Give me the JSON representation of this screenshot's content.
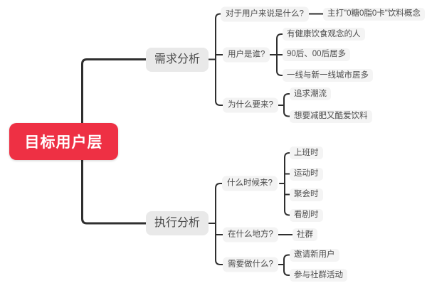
{
  "root": {
    "label": "目标用户层"
  },
  "branches": [
    {
      "label": "需求分析",
      "children": [
        {
          "label": "对于用户来说是什么?",
          "children": [
            {
              "label": "主打\"0糖0脂0卡\"饮料概念"
            }
          ]
        },
        {
          "label": "用户是谁?",
          "children": [
            {
              "label": "有健康饮食观念的人"
            },
            {
              "label": "90后、00后居多"
            },
            {
              "label": "一线与新一线城市居多"
            }
          ]
        },
        {
          "label": "为什么要来?",
          "children": [
            {
              "label": "追求潮流"
            },
            {
              "label": "想要减肥又酷爱饮料"
            }
          ]
        }
      ]
    },
    {
      "label": "执行分析",
      "children": [
        {
          "label": "什么时候来?",
          "children": [
            {
              "label": "上班时"
            },
            {
              "label": "运动时"
            },
            {
              "label": "聚会时"
            },
            {
              "label": "看剧时"
            }
          ]
        },
        {
          "label": "在什么地方?",
          "children": [
            {
              "label": "社群"
            }
          ]
        },
        {
          "label": "需要做什么?",
          "children": [
            {
              "label": "邀请新用户"
            },
            {
              "label": "参与社群活动"
            }
          ]
        }
      ]
    }
  ],
  "colors": {
    "root_bg": "#ee3044",
    "root_text": "#ffffff",
    "branch_bg": "#e9e9e9",
    "topic_bg": "#f3f3f3",
    "line": "#2f2f2f",
    "text": "#4c4c4c",
    "canvas_bg": "#ffffff"
  }
}
